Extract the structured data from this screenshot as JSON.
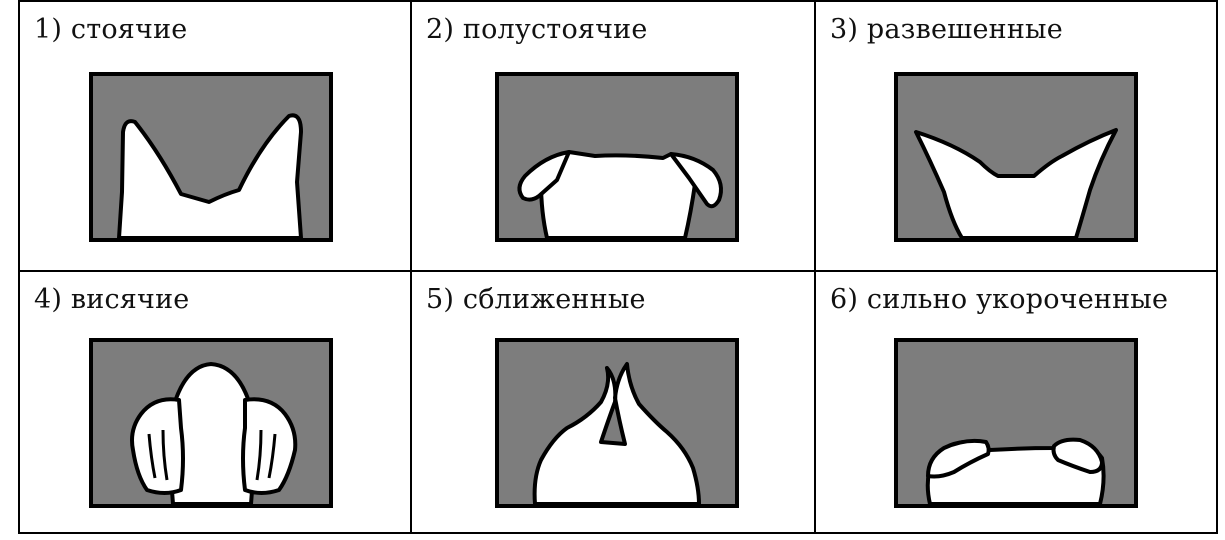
{
  "cells": [
    {
      "label": "1) стоячие",
      "icon": "erect-ears-icon"
    },
    {
      "label": "2) полустоячие",
      "icon": "semi-erect-ears-icon"
    },
    {
      "label": "3) развешенные",
      "icon": "spread-ears-icon"
    },
    {
      "label": "4) висячие",
      "icon": "drooping-ears-icon"
    },
    {
      "label": "5) сближенные",
      "icon": "close-set-ears-icon"
    },
    {
      "label": "6) сильно укороченные",
      "icon": "cropped-ears-icon"
    }
  ],
  "colors": {
    "background_panel": "#7d7d7d",
    "silhouette": "#ffffff",
    "outline": "#000000"
  }
}
